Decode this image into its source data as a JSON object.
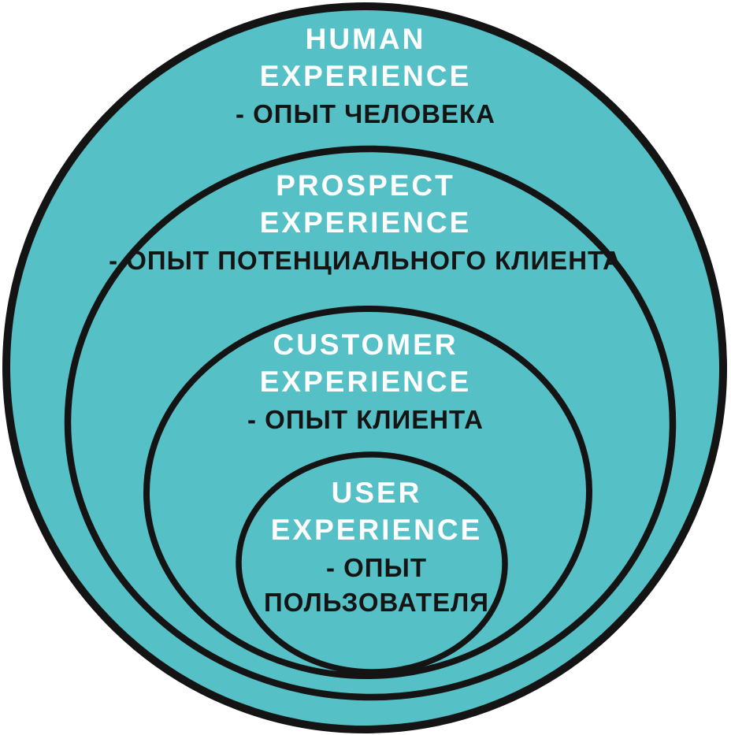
{
  "colors": {
    "teal": "#55c1c6",
    "ink": "#141414",
    "title": "#ffffff"
  },
  "rings": [
    {
      "id": "human-experience",
      "title_line1": "HUMAN",
      "title_line2": "EXPERIENCE",
      "subtitle": "- ОПЫТ ЧЕЛОВЕКА"
    },
    {
      "id": "prospect-experience",
      "title_line1": "PROSPECT",
      "title_line2": "EXPERIENCE",
      "subtitle": "- ОПЫТ ПОТЕНЦИАЛЬНОГО КЛИЕНТА"
    },
    {
      "id": "customer-experience",
      "title_line1": "CUSTOMER",
      "title_line2": "EXPERIENCE",
      "subtitle": "- ОПЫТ КЛИЕНТА"
    },
    {
      "id": "user-experience",
      "title_line1": "USER",
      "title_line2": "EXPERIENCE",
      "subtitle": "- ОПЫТ ПОЛЬЗОВАТЕЛЯ"
    }
  ]
}
